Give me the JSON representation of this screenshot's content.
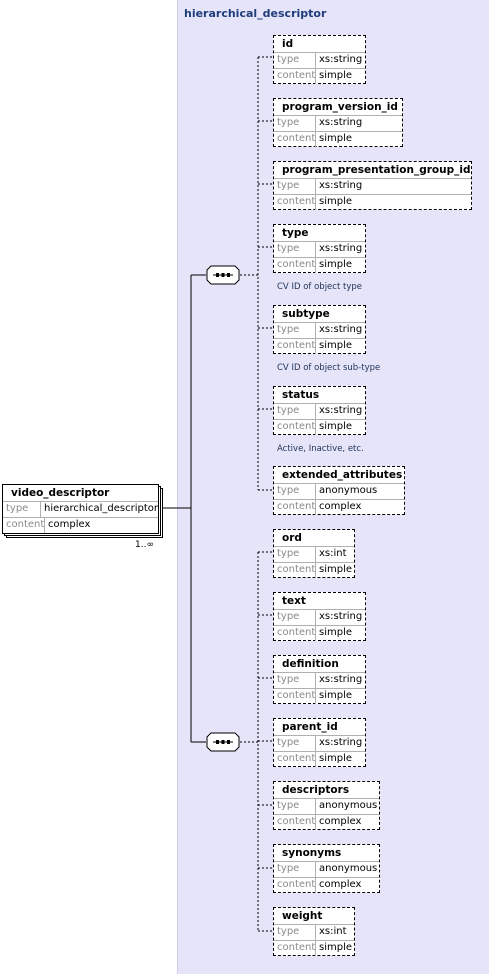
{
  "panel": {
    "title": "hierarchical_descriptor"
  },
  "labels": {
    "type_key": "type",
    "content_key": "content"
  },
  "root": {
    "name": "video_descriptor",
    "type": "hierarchical_descriptor",
    "content": "complex",
    "occurrence": "1..∞"
  },
  "group1": [
    {
      "name": "id",
      "type": "xs:string",
      "content": "simple",
      "annotation": ""
    },
    {
      "name": "program_version_id",
      "type": "xs:string",
      "content": "simple",
      "annotation": ""
    },
    {
      "name": "program_presentation_group_id",
      "type": "xs:string",
      "content": "simple",
      "annotation": ""
    },
    {
      "name": "type",
      "type": "xs:string",
      "content": "simple",
      "annotation": "CV ID of object type"
    },
    {
      "name": "subtype",
      "type": "xs:string",
      "content": "simple",
      "annotation": "CV ID of object sub-type"
    },
    {
      "name": "status",
      "type": "xs:string",
      "content": "simple",
      "annotation": "Active, Inactive, etc."
    },
    {
      "name": "extended_attributes",
      "type": "anonymous",
      "content": "complex",
      "annotation": ""
    }
  ],
  "group2": [
    {
      "name": "ord",
      "type": "xs:int",
      "content": "simple"
    },
    {
      "name": "text",
      "type": "xs:string",
      "content": "simple"
    },
    {
      "name": "definition",
      "type": "xs:string",
      "content": "simple"
    },
    {
      "name": "parent_id",
      "type": "xs:string",
      "content": "simple"
    },
    {
      "name": "descriptors",
      "type": "anonymous",
      "content": "complex"
    },
    {
      "name": "synonyms",
      "type": "anonymous",
      "content": "complex"
    },
    {
      "name": "weight",
      "type": "xs:int",
      "content": "simple"
    }
  ]
}
